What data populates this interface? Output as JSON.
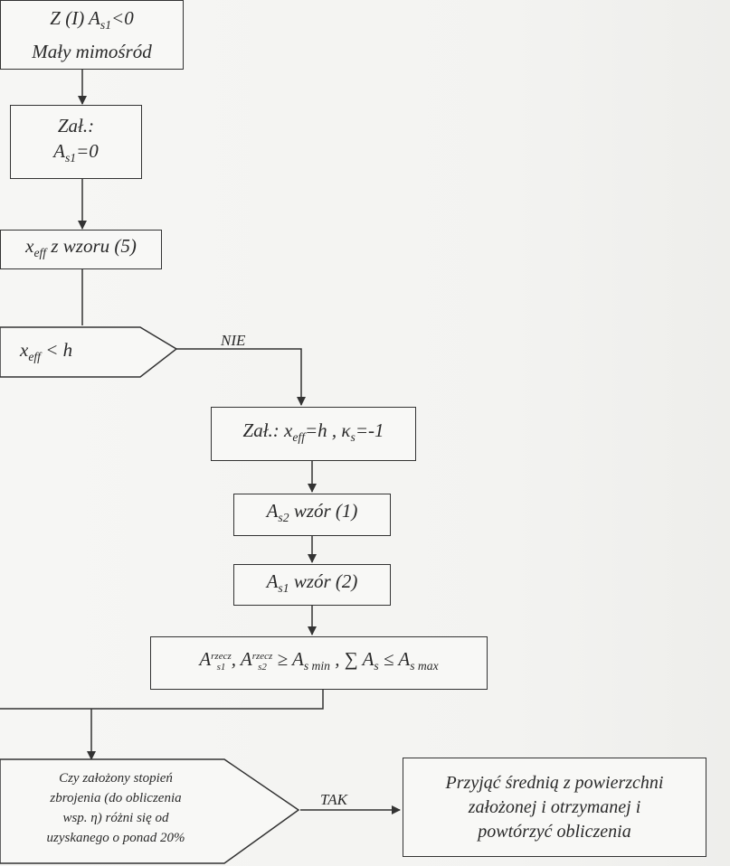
{
  "nodes": {
    "start": {
      "line1": "Z (I) A",
      "sub1": "s1",
      "tail1": "<0",
      "line2": "Mały mimośród"
    },
    "assume1": {
      "line1": "Zał.:",
      "base": "A",
      "sub": "s1",
      "tail": "=0"
    },
    "xeff": {
      "base": "x",
      "sub": "eff",
      "tail": " z wzoru (5)"
    },
    "decision1": {
      "base": "x",
      "sub": "eff",
      "tail": " < h"
    },
    "assume2": {
      "prefix": "Zał.: x",
      "sub1": "eff",
      "mid": "=h , κ",
      "sub2": "s",
      "tail": "=-1"
    },
    "as2": {
      "base": "A",
      "sub": "s2",
      "tail": " wzór (1)"
    },
    "as1": {
      "base": "A",
      "sub": "s1",
      "tail": " wzór (2)"
    },
    "check": {
      "a": "A",
      "sup_a": "rzecz",
      "sub_a": "s1",
      "b": ", A",
      "sup_b": "rzecz",
      "sub_b": "s2",
      "c": " ≥ A",
      "sub_c": "s min",
      "d": " , ∑ A",
      "sub_d": "s",
      "e": " ≤ A",
      "sub_e": "s max"
    },
    "decision2": {
      "lines": [
        "Czy założony stopień",
        "zbrojenia (do obliczenia",
        "wsp. η) różni się od",
        "uzyskanego o ponad 20%"
      ]
    },
    "result": {
      "lines": [
        "Przyjąć średnią z powierzchni",
        "założonej i otrzymanej i",
        "powtórzyć obliczenia"
      ]
    }
  },
  "edges": {
    "nie": "NIE",
    "tak": "TAK"
  }
}
